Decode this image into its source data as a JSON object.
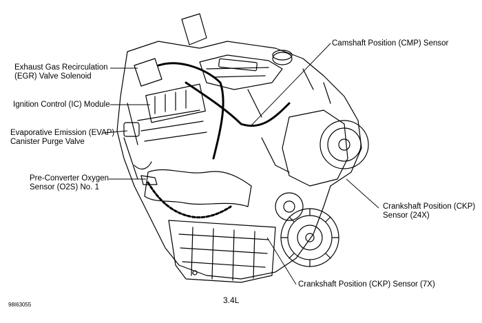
{
  "labels": {
    "egr": "Exhaust Gas Recirculation\n(EGR) Valve Solenoid",
    "ic": "Ignition Control (IC) Module",
    "evap": "Evaporative Emission (EVAP)\nCanister Purge Valve",
    "o2s": "Pre-Converter Oxygen\nSensor (O2S) No. 1",
    "cmp": "Camshaft Position (CMP) Sensor",
    "ckp24": "Crankshaft Position (CKP)\nSensor (24X)",
    "ckp7": "Crankshaft Position (CKP) Sensor (7X)"
  },
  "caption": "3.4L",
  "figure_id": "98I63055"
}
